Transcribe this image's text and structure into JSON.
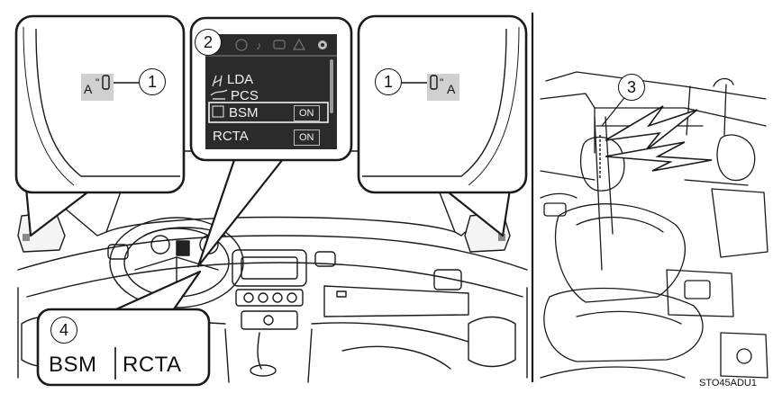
{
  "callouts": {
    "left_mirror_num": "1",
    "right_mirror_num": "1",
    "menu_num": "2",
    "rear_num": "3",
    "switch_num": "4"
  },
  "menu": {
    "items": [
      {
        "label": "LDA",
        "icon": "lane-departure-icon"
      },
      {
        "label": "PCS",
        "icon": "pre-collision-icon"
      },
      {
        "label": "BSM",
        "icon": "blind-spot-icon",
        "status": "ON",
        "selected": true
      },
      {
        "label": "RCTA",
        "status": "ON"
      }
    ]
  },
  "switch": {
    "left_label": "BSM",
    "right_label": "RCTA"
  },
  "figure_code": "STO45ADU1",
  "colors": {
    "line": "#1a1a1a",
    "screen_bg": "#2b2b2b",
    "indicator_bg": "#d0d0d0"
  }
}
